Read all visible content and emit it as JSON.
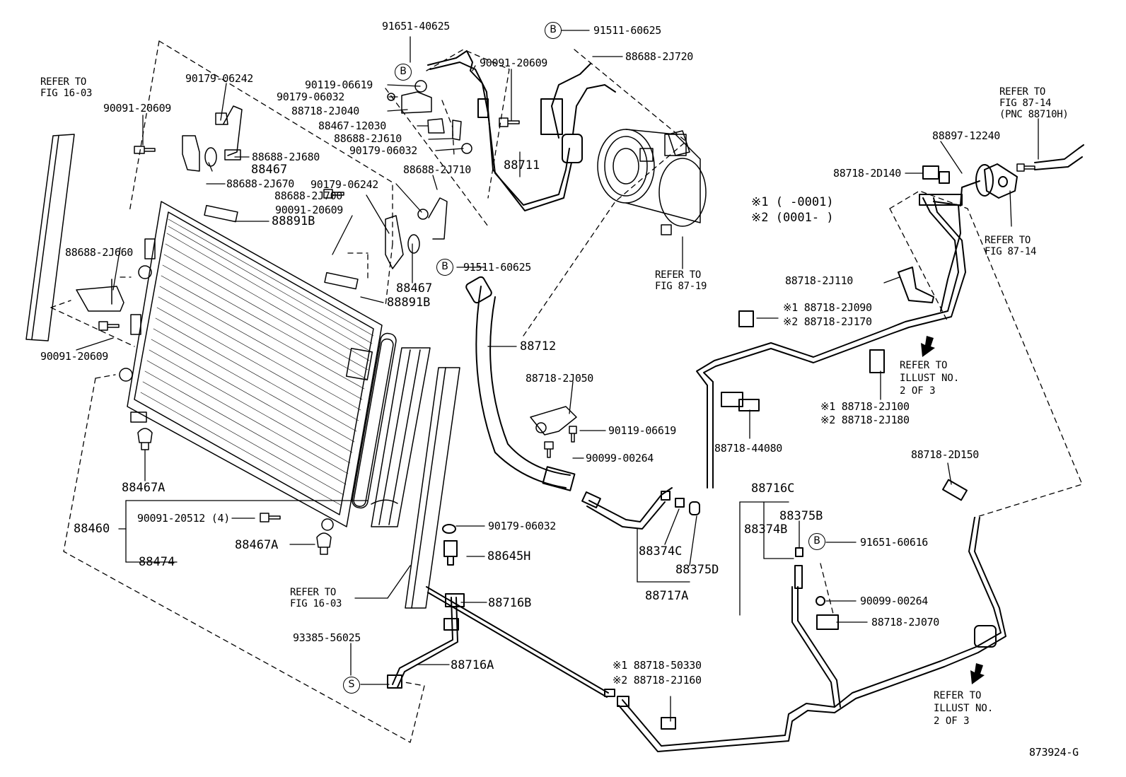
{
  "diagram_id": "873924-G",
  "badge_b": "B",
  "badge_s": "S",
  "legend": {
    "note1": "※1 (      -0001)",
    "note2": "※2 (0001-       )"
  },
  "refs": {
    "fig_16_03": "REFER TO\nFIG 16-03",
    "fig_87_14_pnc": "REFER TO\nFIG 87-14\n(PNC 88710H)",
    "fig_87_14": "REFER TO\nFIG 87-14",
    "fig_87_19": "REFER TO\nFIG 87-19",
    "illust_2of3": "REFER TO\nILLUST NO.\n2 OF 3"
  },
  "parts": {
    "p91651_40625": "91651-40625",
    "p91511_60625": "91511-60625",
    "p88688_2J720": "88688-2J720",
    "p90091_20609": "90091-20609",
    "p90119_06619": "90119-06619",
    "p90179_06032": "90179-06032",
    "p88718_2J040": "88718-2J040",
    "p88467_12030": "88467-12030",
    "p88688_2J610": "88688-2J610",
    "p90179_06242": "90179-06242",
    "p88688_2J680": "88688-2J680",
    "p88467": "88467",
    "p88688_2J670": "88688-2J670",
    "p88688_2J710": "88688-2J710",
    "p88688_2J700": "88688-2J700",
    "p88711": "88711",
    "p88891B": "88891B",
    "p88688_2J660": "88688-2J660",
    "p88712": "88712",
    "p88718_2J050": "88718-2J050",
    "p90099_00264": "90099-00264",
    "p88467A": "88467A",
    "p88460": "88460",
    "p90091_20512": "90091-20512 (4)",
    "p88474": "88474",
    "p88645H": "88645H",
    "p88716B": "88716B",
    "p93385_56025": "93385-56025",
    "p88716A": "88716A",
    "p88718_50330": "※1 88718-50330",
    "p88718_2J160": "※2 88718-2J160",
    "p88374C": "88374C",
    "p88375D": "88375D",
    "p88717A": "88717A",
    "p88718_44080": "88718-44080",
    "p88716C": "88716C",
    "p88375B": "88375B",
    "p88374B": "88374B",
    "p91651_60616": "91651-60616",
    "p88718_2J070": "88718-2J070",
    "p88718_2D150": "88718-2D150",
    "p88897_12240": "88897-12240",
    "p88718_2D140": "88718-2D140",
    "p88718_2J110": "88718-2J110",
    "p88718_2J090": "※1 88718-2J090",
    "p88718_2J170": "※2 88718-2J170",
    "p88718_2J100": "※1 88718-2J100",
    "p88718_2J180": "※2 88718-2J180"
  }
}
